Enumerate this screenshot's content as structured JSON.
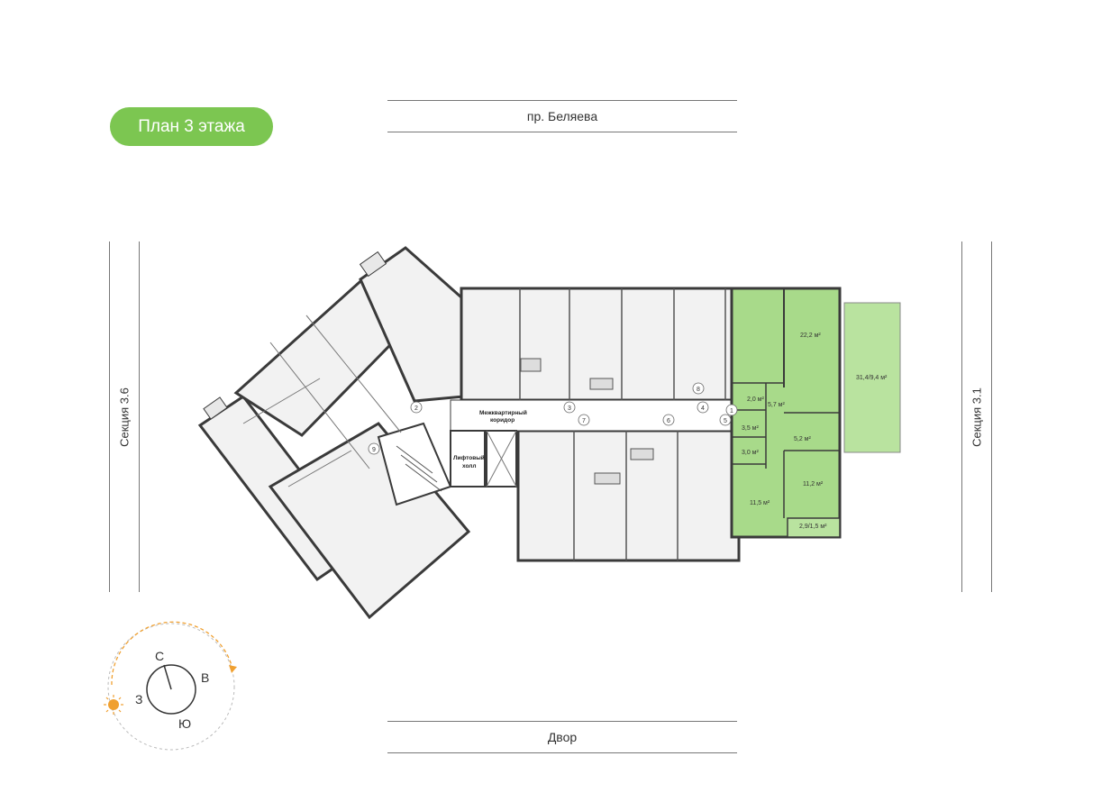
{
  "title": "План 3 этажа",
  "streets": {
    "top": "пр. Беляева",
    "bottom": "Двор"
  },
  "sections": {
    "left": "Секция 3.6",
    "right": "Секция 3.1"
  },
  "common": {
    "corridor": [
      "Межквартирный",
      "коридор"
    ],
    "lift_hall": [
      "Лифтовый",
      "холл"
    ]
  },
  "apartment_areas": [
    "22,2 м²",
    "31,4/9,4 м²",
    "2,0 м²",
    "5,7 м²",
    "3,5 м²",
    "5,2 м²",
    "3,0 м²",
    "11,2 м²",
    "11,5 м²",
    "2,9/1,5 м²"
  ],
  "entrance_numbers": [
    "2",
    "3",
    "4",
    "5",
    "6",
    "7",
    "8",
    "9",
    "1"
  ],
  "compass": {
    "north": "С",
    "east": "В",
    "south": "Ю",
    "west": "З"
  },
  "colors": {
    "accent": "#7cc651",
    "apartment_fill": "#a8da8a",
    "terrace_fill": "#b9e39f",
    "wall": "#3a3a3a",
    "room": "#f2f2f2",
    "sun": "#f0a030"
  }
}
